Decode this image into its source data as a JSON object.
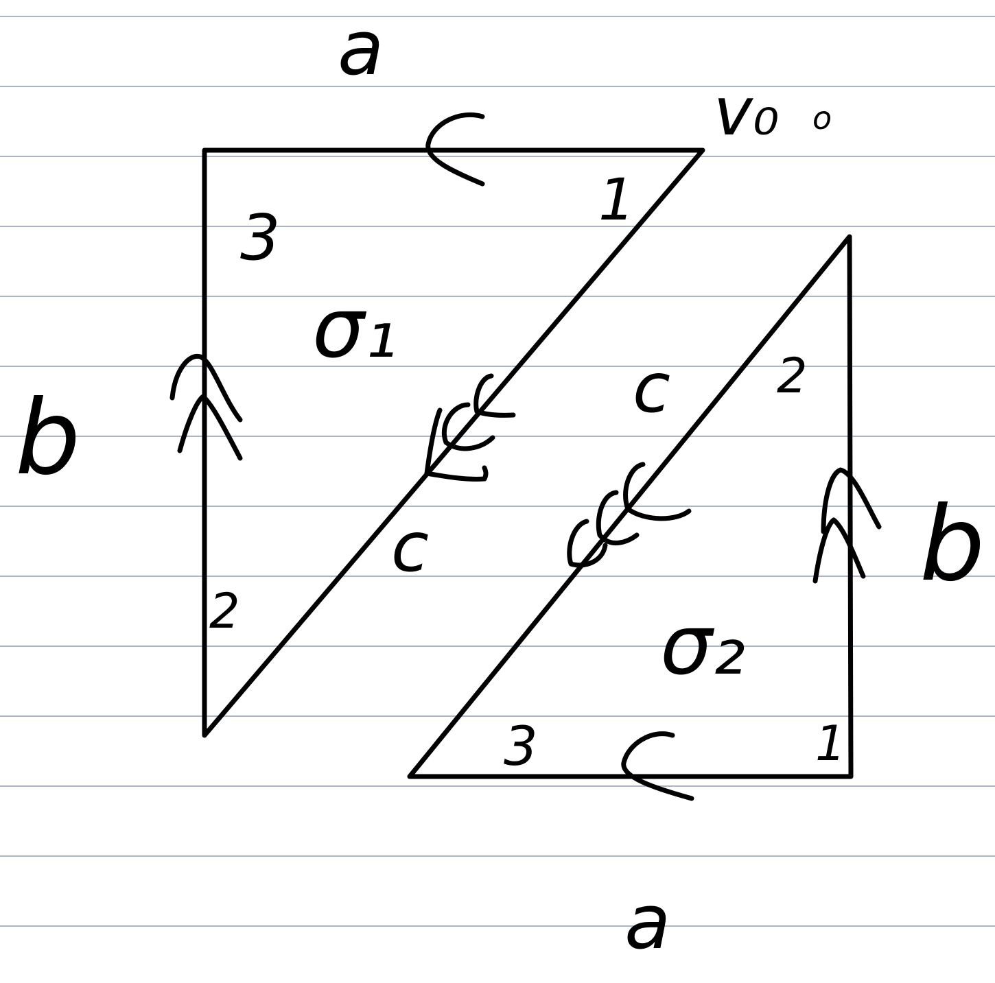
{
  "colors": {
    "paper": "#ffffff",
    "rule_line": "#aab6c4",
    "ink": "#000000"
  },
  "labels": {
    "top_edge": "a",
    "bottom_edge": "a",
    "left_edge": "b",
    "right_edge": "b",
    "vertex": "v₀",
    "vertex_dot": "o",
    "sigma1": "σ₁",
    "sigma2": "σ₂",
    "diag1_side": "c",
    "diag2_side": "c",
    "t1_corner_top_right": "1",
    "t1_corner_top_left": "3",
    "t1_corner_bottom_left": "2",
    "t2_corner_top": "2",
    "t2_corner_bottom_left": "3",
    "t2_corner_bottom_right": "1"
  },
  "icons": {
    "single_arrow": "single-arrow-icon",
    "double_arrow": "double-arrow-icon",
    "triple_arrow": "triple-arrow-icon"
  }
}
